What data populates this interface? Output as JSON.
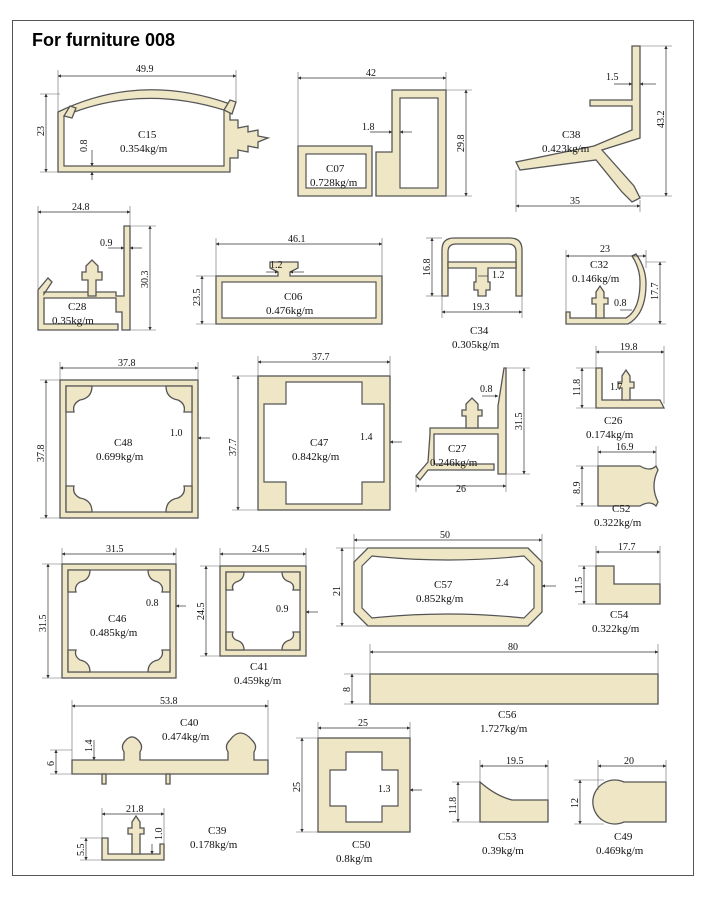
{
  "title": "For furniture 008",
  "parts": {
    "C15": {
      "code": "C15",
      "weight": "0.354kg/m",
      "width": "49.9",
      "height": "23",
      "wall": "0.8"
    },
    "C07": {
      "code": "C07",
      "weight": "0.728kg/m",
      "width": "42",
      "height": "29.8",
      "wall": "1.8"
    },
    "C38": {
      "code": "C38",
      "weight": "0.423kg/m",
      "width": "35",
      "height": "43.2",
      "wall": "1.5"
    },
    "C28": {
      "code": "C28",
      "weight": "0.35kg/m",
      "width": "24.8",
      "height": "30.3",
      "wall": "0.9"
    },
    "C06": {
      "code": "C06",
      "weight": "0.476kg/m",
      "width": "46.1",
      "height": "23.5",
      "wall": "1.2"
    },
    "C34": {
      "code": "C34",
      "weight": "0.305kg/m",
      "width": "19.3",
      "height": "16.8",
      "wall": "1.2"
    },
    "C32": {
      "code": "C32",
      "weight": "0.146kg/m",
      "width": "23",
      "height": "17.7",
      "wall": "0.8"
    },
    "C48": {
      "code": "C48",
      "weight": "0.699kg/m",
      "width": "37.8",
      "height": "37.8",
      "wall": "1.0"
    },
    "C47": {
      "code": "C47",
      "weight": "0.842kg/m",
      "width": "37.7",
      "height": "37.7",
      "wall": "1.4"
    },
    "C27": {
      "code": "C27",
      "weight": "0.246kg/m",
      "width": "26",
      "height": "31.5",
      "wall": "0.8"
    },
    "C26": {
      "code": "C26",
      "weight": "0.174kg/m",
      "width": "19.8",
      "height": "11.8",
      "wall": "1.7"
    },
    "C52": {
      "code": "C52",
      "weight": "0.322kg/m",
      "width": "16.9",
      "height": "8.9"
    },
    "C46": {
      "code": "C46",
      "weight": "0.485kg/m",
      "width": "31.5",
      "height": "31.5",
      "wall": "0.8"
    },
    "C41": {
      "code": "C41",
      "weight": "0.459kg/m",
      "width": "24.5",
      "height": "24.5",
      "wall": "0.9"
    },
    "C57": {
      "code": "C57",
      "weight": "0.852kg/m",
      "width": "50",
      "height": "21",
      "wall": "2.4"
    },
    "C54": {
      "code": "C54",
      "weight": "0.322kg/m",
      "width": "17.7",
      "height": "11.5"
    },
    "C56": {
      "code": "C56",
      "weight": "1.727kg/m",
      "width": "80",
      "height": "8"
    },
    "C40": {
      "code": "C40",
      "weight": "0.474kg/m",
      "width": "53.8",
      "height": "6",
      "wall": "1.4"
    },
    "C50": {
      "code": "C50",
      "weight": "0.8kg/m",
      "width": "25",
      "height": "25",
      "wall": "1.3"
    },
    "C53": {
      "code": "C53",
      "weight": "0.39kg/m",
      "width": "19.5",
      "height": "11.8"
    },
    "C49": {
      "code": "C49",
      "weight": "0.469kg/m",
      "width": "20",
      "height": "12"
    },
    "C39": {
      "code": "C39",
      "weight": "0.178kg/m",
      "width": "21.8",
      "height": "5.5",
      "wall": "1.0"
    }
  },
  "colors": {
    "profile_fill": "#efe6c6",
    "outline": "#555555",
    "frame": "#555555"
  }
}
